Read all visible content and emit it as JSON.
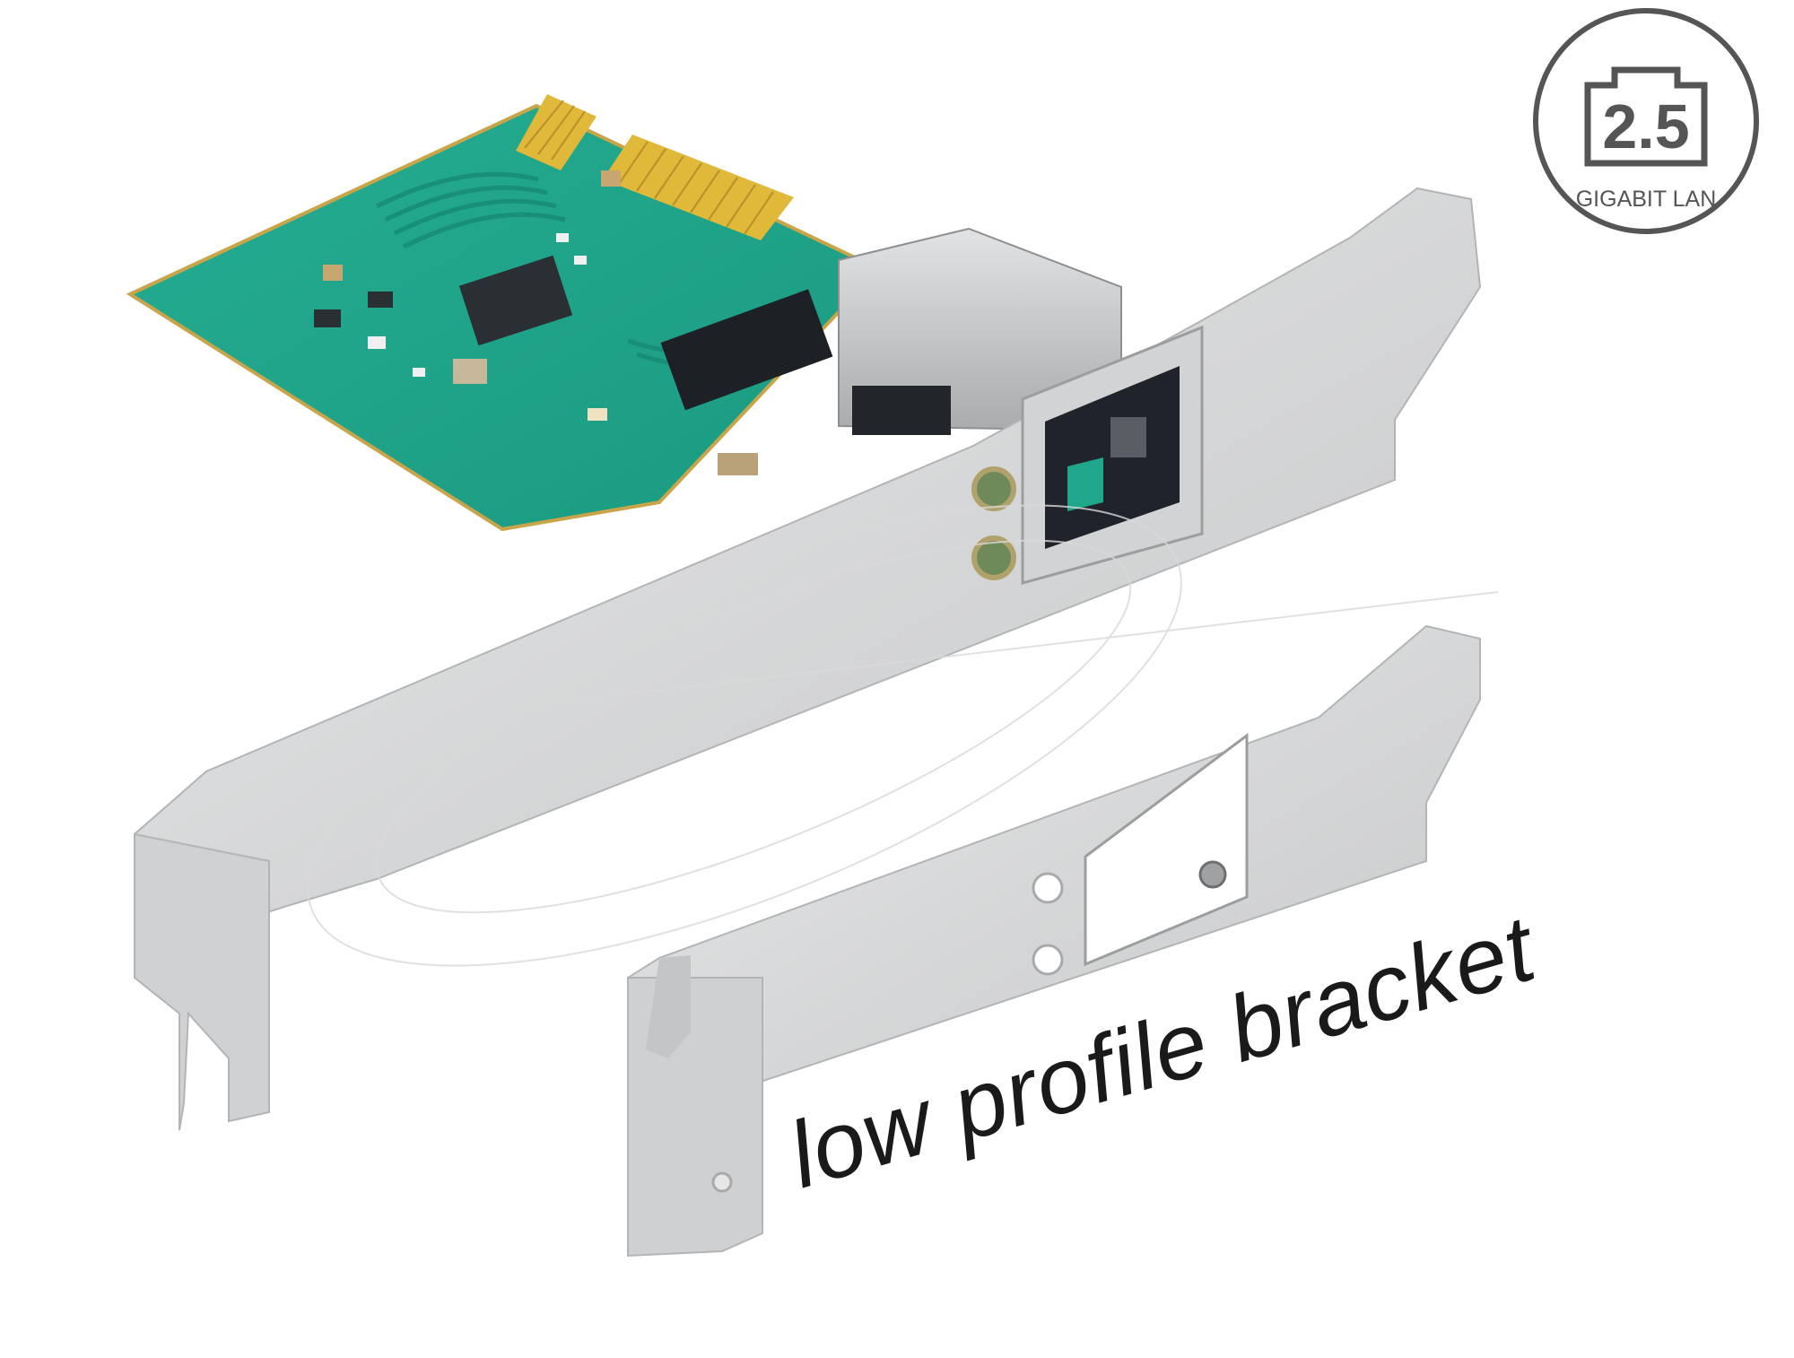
{
  "badge": {
    "speed": "2.5",
    "label": "GIGABIT LAN"
  },
  "caption": "low profile bracket",
  "colors": {
    "pcb": "#1fa68b",
    "gold_contacts": "#e0b83a",
    "bracket": "#dadbdc",
    "badge_stroke": "#555555"
  }
}
